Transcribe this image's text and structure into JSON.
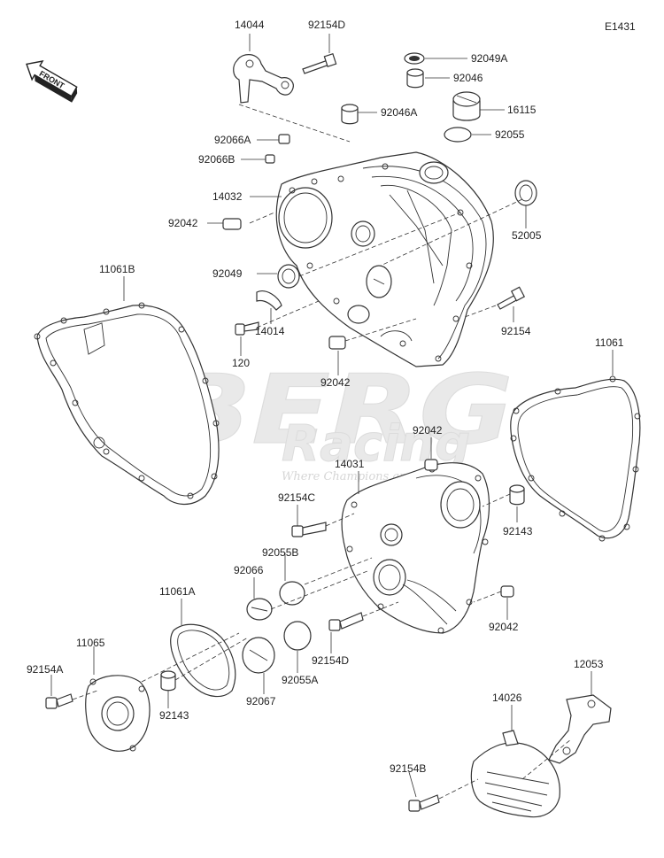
{
  "diagram_code": "E1431",
  "front_arrow_label": "FRONT",
  "watermark": {
    "brand": "BERG",
    "sub": "Racing",
    "slogan": "Where Champions are made"
  },
  "labels": [
    {
      "id": "14044",
      "text": "14044"
    },
    {
      "id": "92154D-top",
      "text": "92154D"
    },
    {
      "id": "92049A",
      "text": "92049A"
    },
    {
      "id": "92046",
      "text": "92046"
    },
    {
      "id": "16115",
      "text": "16115"
    },
    {
      "id": "92046A",
      "text": "92046A"
    },
    {
      "id": "92055",
      "text": "92055"
    },
    {
      "id": "92066A",
      "text": "92066A"
    },
    {
      "id": "92066B",
      "text": "92066B"
    },
    {
      "id": "14032",
      "text": "14032"
    },
    {
      "id": "92042-left",
      "text": "92042"
    },
    {
      "id": "52005",
      "text": "52005"
    },
    {
      "id": "11061B",
      "text": "11061B"
    },
    {
      "id": "92049",
      "text": "92049"
    },
    {
      "id": "14014",
      "text": "14014"
    },
    {
      "id": "120",
      "text": "120"
    },
    {
      "id": "92154",
      "text": "92154"
    },
    {
      "id": "11061",
      "text": "11061"
    },
    {
      "id": "92042-mid",
      "text": "92042"
    },
    {
      "id": "92042-upper-right",
      "text": "92042"
    },
    {
      "id": "14031",
      "text": "14031"
    },
    {
      "id": "92154C",
      "text": "92154C"
    },
    {
      "id": "92143-right",
      "text": "92143"
    },
    {
      "id": "92055B",
      "text": "92055B"
    },
    {
      "id": "92066",
      "text": "92066"
    },
    {
      "id": "11061A",
      "text": "11061A"
    },
    {
      "id": "92042-lower-right",
      "text": "92042"
    },
    {
      "id": "11065",
      "text": "11065"
    },
    {
      "id": "92154D-bottom",
      "text": "92154D"
    },
    {
      "id": "92154A",
      "text": "92154A"
    },
    {
      "id": "92143-left",
      "text": "92143"
    },
    {
      "id": "92067",
      "text": "92067"
    },
    {
      "id": "92055A",
      "text": "92055A"
    },
    {
      "id": "12053",
      "text": "12053"
    },
    {
      "id": "14026",
      "text": "14026"
    },
    {
      "id": "92154B",
      "text": "92154B"
    }
  ]
}
